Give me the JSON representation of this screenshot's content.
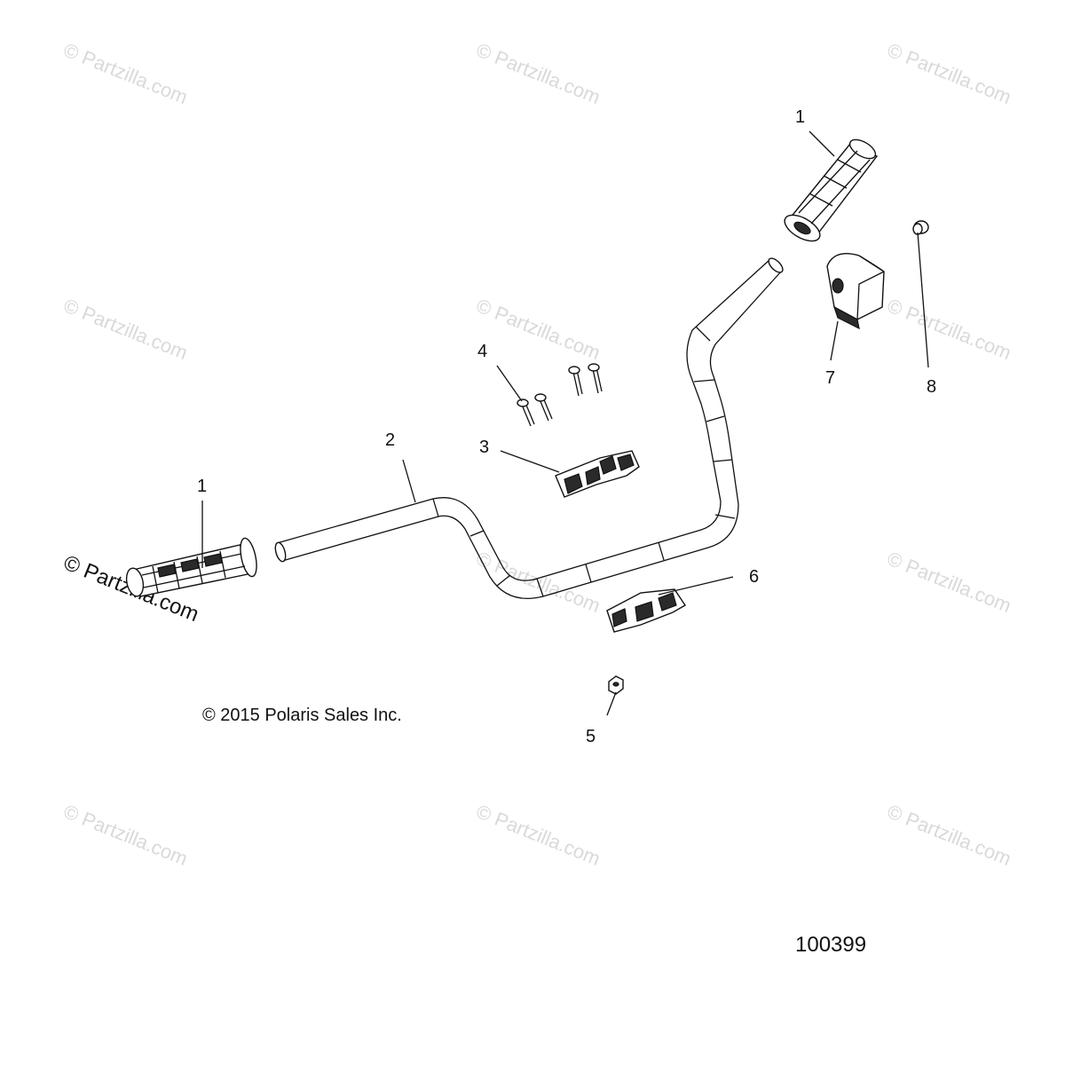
{
  "callouts": {
    "grip_right": "1",
    "grip_left": "1",
    "handlebar": "2",
    "clamp_upper": "3",
    "bolts": "4",
    "nut": "5",
    "clamp_lower": "6",
    "switch_housing": "7",
    "plug": "8"
  },
  "copyright": "© 2015 Polaris Sales Inc.",
  "diagram_id": "100399",
  "watermarks": {
    "text_prefix": "©",
    "text_name": "Partzilla.com"
  },
  "colors": {
    "line": "#111111",
    "watermark": "#d9d9d9"
  }
}
